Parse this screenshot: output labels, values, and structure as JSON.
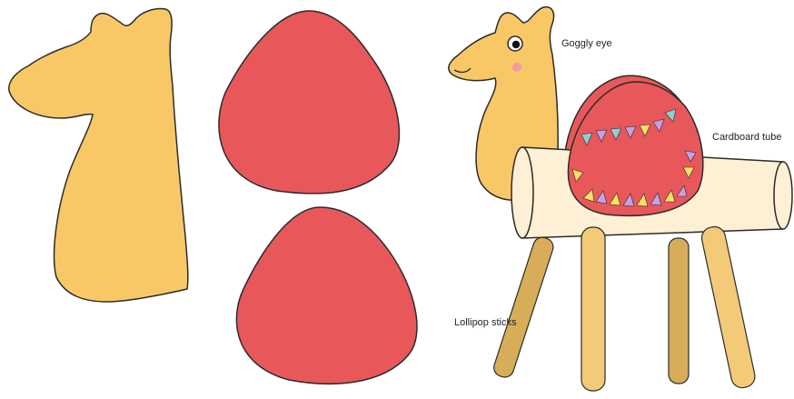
{
  "labels": {
    "goggly_eye": "Goggly eye",
    "cardboard_tube": "Cardboard tube",
    "lollipop_sticks": "Lollipop sticks"
  },
  "colors": {
    "camel_tan": "#f9c866",
    "saddle_red": "#e8585a",
    "tube_cream": "#fdf0d4",
    "stick_tan": "#f3cb78",
    "stick_shadow": "#d8ad5a",
    "outline": "#2b2b2b",
    "cheek_pink": "#f19aa0",
    "triangle_purple": "#c8a0e0",
    "triangle_yellow": "#f7df66",
    "triangle_teal": "#8fd0d6"
  }
}
